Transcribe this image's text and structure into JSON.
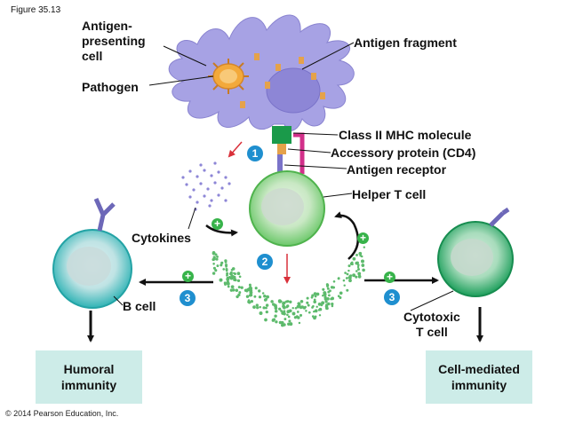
{
  "figure": {
    "number": "Figure 35.13",
    "copyright": "© 2014 Pearson Education, Inc."
  },
  "labels": {
    "apc": "Antigen-\npresenting\ncell",
    "pathogen": "Pathogen",
    "antigen_fragment": "Antigen fragment",
    "mhc": "Class II MHC molecule",
    "cd4": "Accessory protein (CD4)",
    "receptor": "Antigen receptor",
    "helper": "Helper T cell",
    "cytokines": "Cytokines",
    "bcell": "B cell",
    "cytotoxic": "Cytotoxic\nT cell"
  },
  "boxes": {
    "humoral": "Humoral\nimmunity",
    "cell_mediated": "Cell-mediated\nimmunity"
  },
  "steps": {
    "one": "1",
    "two": "2",
    "three_left": "3",
    "three_right": "3"
  },
  "plus": "+",
  "colors": {
    "apc": "#a7a2e4",
    "apc_nucleus": "#8d86d6",
    "pathogen": "#f3a93b",
    "helper_cell": "#7ed37a",
    "bcell": "#46c0c0",
    "cytotoxic": "#2fae6c",
    "cytokine_dots": "#5dba6c",
    "step_badge": "#1f8fcf",
    "box": "#cdece8"
  },
  "icons": [
    "plus-icon",
    "arrow-icon",
    "receptor-icon"
  ]
}
